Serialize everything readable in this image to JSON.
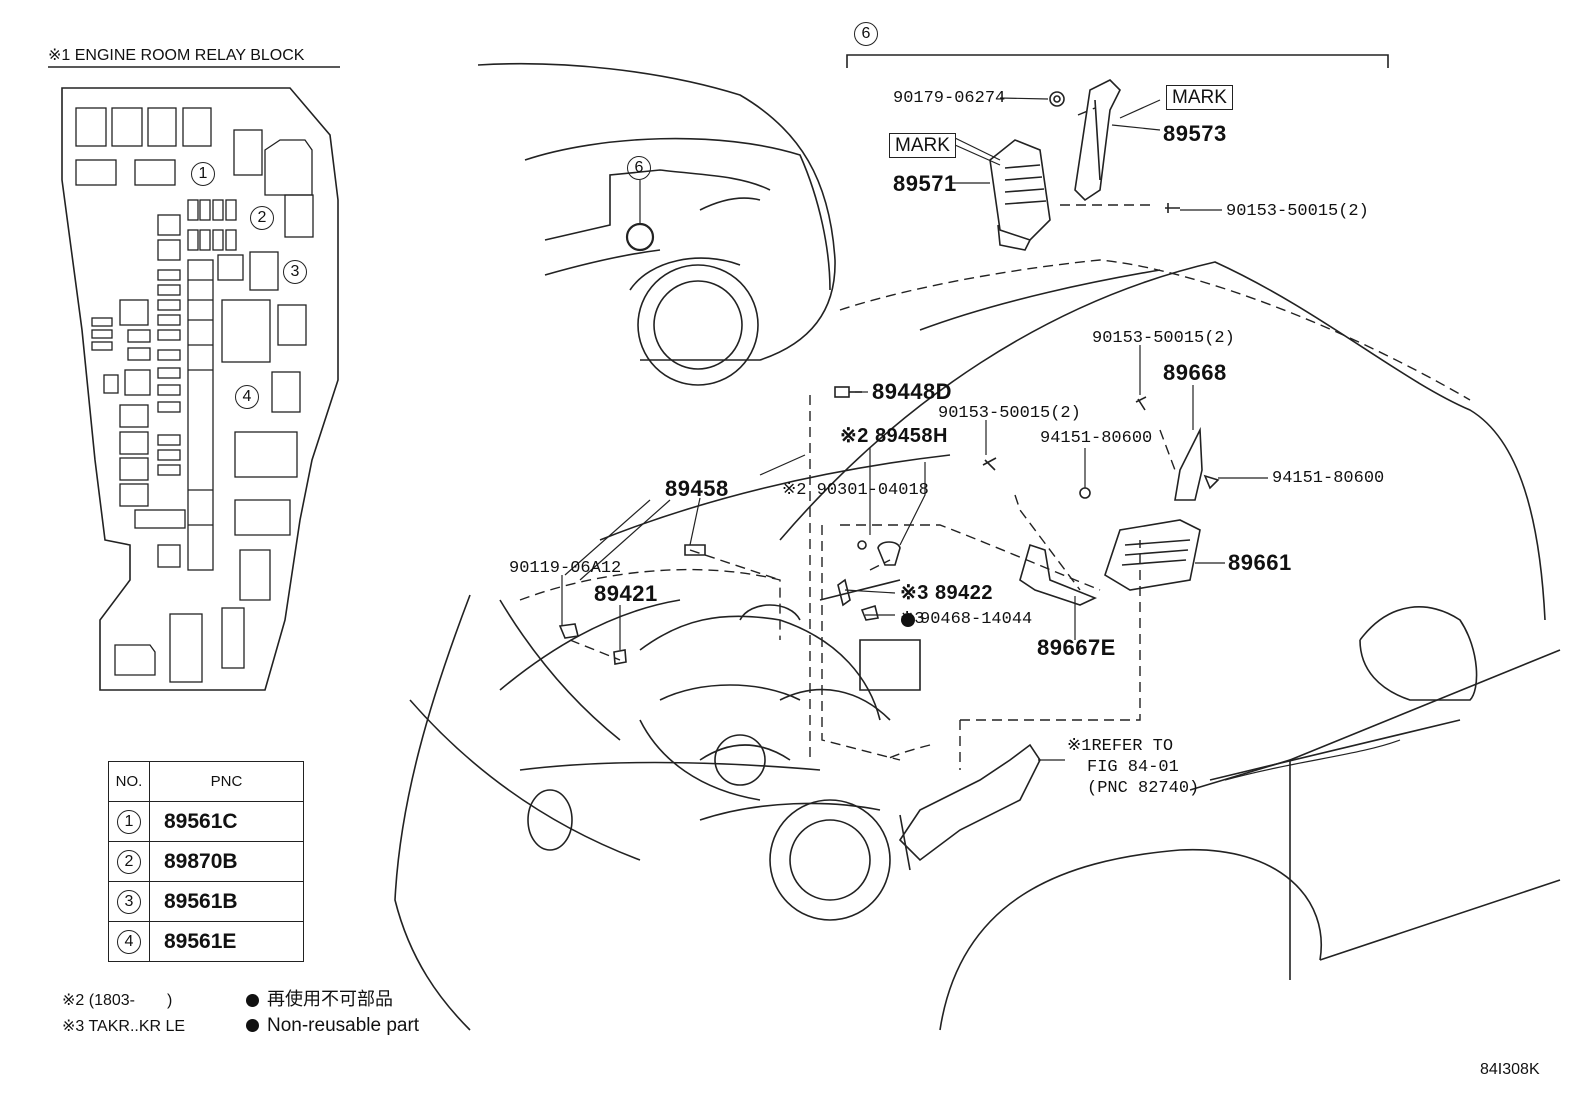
{
  "relay_block": {
    "title": "※1 ENGINE ROOM RELAY BLOCK",
    "markers": [
      "1",
      "2",
      "3",
      "4"
    ]
  },
  "pnc_table": {
    "headers": [
      "NO.",
      "PNC"
    ],
    "rows": [
      {
        "no": "1",
        "pnc": "89561C"
      },
      {
        "no": "2",
        "pnc": "89870B"
      },
      {
        "no": "3",
        "pnc": "89561B"
      },
      {
        "no": "4",
        "pnc": "89561E"
      }
    ]
  },
  "notes": {
    "note2": "※2 (1803-　　)",
    "note3": "※3 TAKR..KR LE",
    "legend_jp": "再使用不可部品",
    "legend_en": "Non-reusable part"
  },
  "callout": "6",
  "parts": {
    "p90179": "90179-06274",
    "mark1": "MARK",
    "mark2": "MARK",
    "p89573": "89573",
    "p89571": "89571",
    "p90153a": "90153-50015(2)",
    "p90153b": "90153-50015(2)",
    "p90153c": "90153-50015(2)",
    "p89668": "89668",
    "p89448D": "89448D",
    "p89458H": "※2 89458H",
    "p94151a": "94151-80600",
    "p94151b": "94151-80600",
    "p90301": "※2 90301-04018",
    "p89458": "89458",
    "p90119": "90119-06A12",
    "p89421": "89421",
    "p89422": "※3 89422",
    "p90468": "90468-14044",
    "p90468_prefix": "※3",
    "p89661": "89661",
    "p89667E": "89667E",
    "refer1": "※1REFER TO",
    "refer2": "FIG 84-01",
    "refer3": "(PNC 82740)"
  },
  "figure_id": "84I308K"
}
